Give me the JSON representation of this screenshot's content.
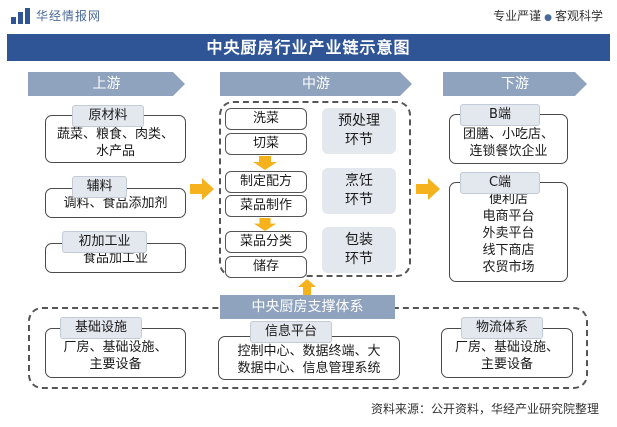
{
  "header": {
    "brand": "华经情报网",
    "slogan_left": "专业严谨",
    "slogan_right": "客观科学",
    "title": "中央厨房行业产业链示意图"
  },
  "stages": {
    "upstream": "上游",
    "midstream": "中游",
    "downstream": "下游"
  },
  "upstream": {
    "raw": {
      "label": "原材料",
      "lines": [
        "蔬菜、粮食、肉类、",
        "水产品"
      ]
    },
    "aux": {
      "label": "辅料",
      "lines": [
        "调料、食品添加剂"
      ]
    },
    "proc": {
      "label": "初加工业",
      "lines": [
        "食品加工业"
      ]
    }
  },
  "midstream": {
    "steps": [
      "洗菜",
      "切菜",
      "制定配方",
      "菜品制作",
      "菜品分类",
      "储存"
    ],
    "phases": [
      {
        "lines": [
          "预处理",
          "环节"
        ]
      },
      {
        "lines": [
          "烹饪",
          "环节"
        ]
      },
      {
        "lines": [
          "包装",
          "环节"
        ]
      }
    ]
  },
  "downstream": {
    "b": {
      "label": "B端",
      "lines": [
        "团膳、小吃店、",
        "连锁餐饮企业"
      ]
    },
    "c": {
      "label": "C端",
      "lines": [
        "便利店",
        "电商平台",
        "外卖平台",
        "线下商店",
        "农贸市场"
      ]
    }
  },
  "support": {
    "title": "中央厨房支撑体系",
    "infra": {
      "label": "基础设施",
      "lines": [
        "厂房、基础设施、",
        "主要设备"
      ]
    },
    "info": {
      "label": "信息平台",
      "lines": [
        "控制中心、数据终端、大",
        "数据中心、信息管理系统"
      ]
    },
    "logistics": {
      "label": "物流体系",
      "lines": [
        "厂房、基础设施、",
        "主要设备"
      ]
    }
  },
  "footer": {
    "source": "资料来源：公开资料，华经产业研究院整理"
  },
  "colors": {
    "title_bg": "#2f5597",
    "stage_bg": "#8fa3be",
    "tag_bg": "#e3e7ee",
    "arrow": "#f5b21c"
  }
}
